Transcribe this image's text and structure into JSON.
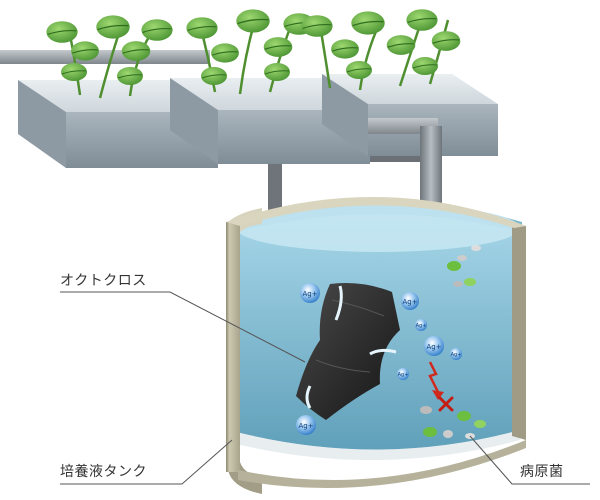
{
  "labels": {
    "octo_cloth": "オクトクロス",
    "culture_tank": "培養液タンク",
    "pathogen": "病原菌"
  },
  "ion_label": "Ag+",
  "colors": {
    "water": "#8cc6dc",
    "tank_wall": "#b9b59d",
    "pipe": "#8f969b",
    "bed": "#9ea9b1",
    "cloth": "#2a2a2a",
    "arrow": "#d02a1e",
    "ion": "#2b78c7",
    "leaf": "#5fae3a"
  },
  "icons": [
    "ag-ion-icon",
    "red-arrow-icon",
    "x-mark-icon",
    "leaf-icon"
  ]
}
